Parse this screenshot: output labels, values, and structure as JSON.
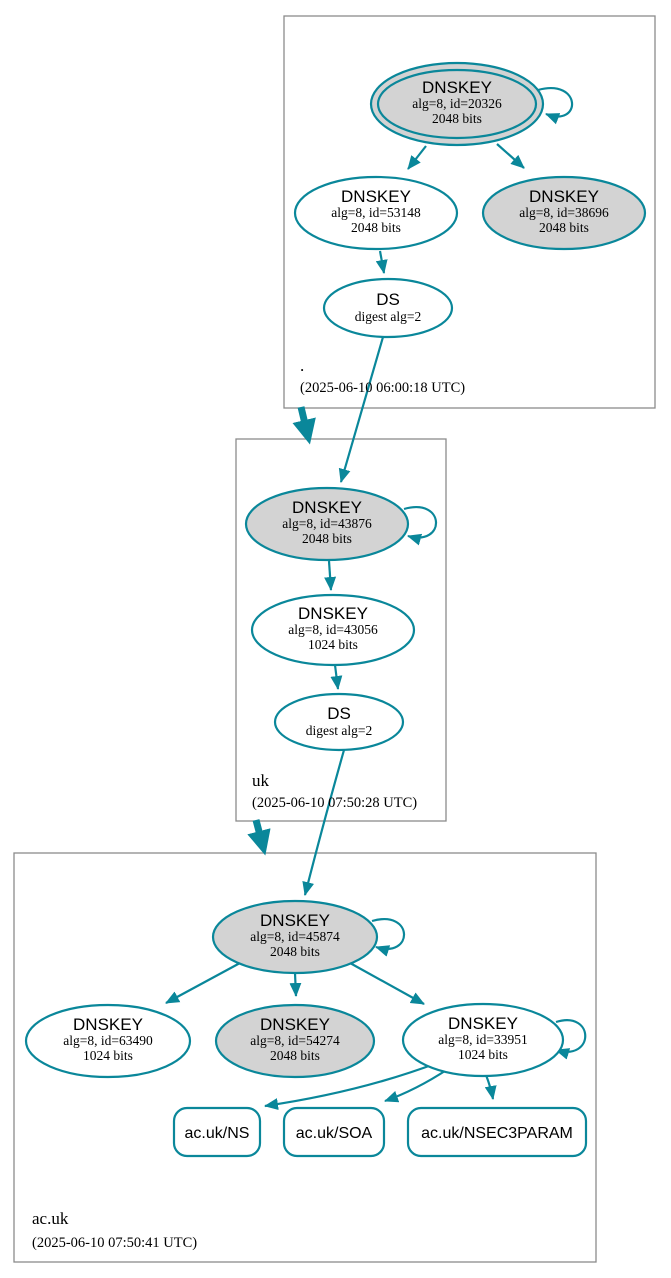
{
  "colors": {
    "secure_edge": "#0a879a",
    "ksk_fill": "#d3d3d3",
    "node_fill": "#ffffff",
    "zone_box_border": "#8b8b8b",
    "text": "#000000",
    "background": "#ffffff"
  },
  "zones": [
    {
      "label": ".",
      "timestamp": "(2025-06-10 06:00:18 UTC)",
      "nodes": [
        {
          "line1": "DNSKEY",
          "line2": "alg=8, id=20326",
          "line3": "2048 bits"
        },
        {
          "line1": "DNSKEY",
          "line2": "alg=8, id=53148",
          "line3": "2048 bits"
        },
        {
          "line1": "DNSKEY",
          "line2": "alg=8, id=38696",
          "line3": "2048 bits"
        },
        {
          "line1": "DS",
          "line2": "digest alg=2"
        }
      ]
    },
    {
      "label": "uk",
      "timestamp": "(2025-06-10 07:50:28 UTC)",
      "nodes": [
        {
          "line1": "DNSKEY",
          "line2": "alg=8, id=43876",
          "line3": "2048 bits"
        },
        {
          "line1": "DNSKEY",
          "line2": "alg=8, id=43056",
          "line3": "1024 bits"
        },
        {
          "line1": "DS",
          "line2": "digest alg=2"
        }
      ]
    },
    {
      "label": "ac.uk",
      "timestamp": "(2025-06-10 07:50:41 UTC)",
      "nodes": [
        {
          "line1": "DNSKEY",
          "line2": "alg=8, id=45874",
          "line3": "2048 bits"
        },
        {
          "line1": "DNSKEY",
          "line2": "alg=8, id=63490",
          "line3": "1024 bits"
        },
        {
          "line1": "DNSKEY",
          "line2": "alg=8, id=54274",
          "line3": "2048 bits"
        },
        {
          "line1": "DNSKEY",
          "line2": "alg=8, id=33951",
          "line3": "1024 bits"
        }
      ],
      "rrsets": [
        {
          "label": "ac.uk/NS"
        },
        {
          "label": "ac.uk/SOA"
        },
        {
          "label": "ac.uk/NSEC3PARAM"
        }
      ]
    }
  ]
}
